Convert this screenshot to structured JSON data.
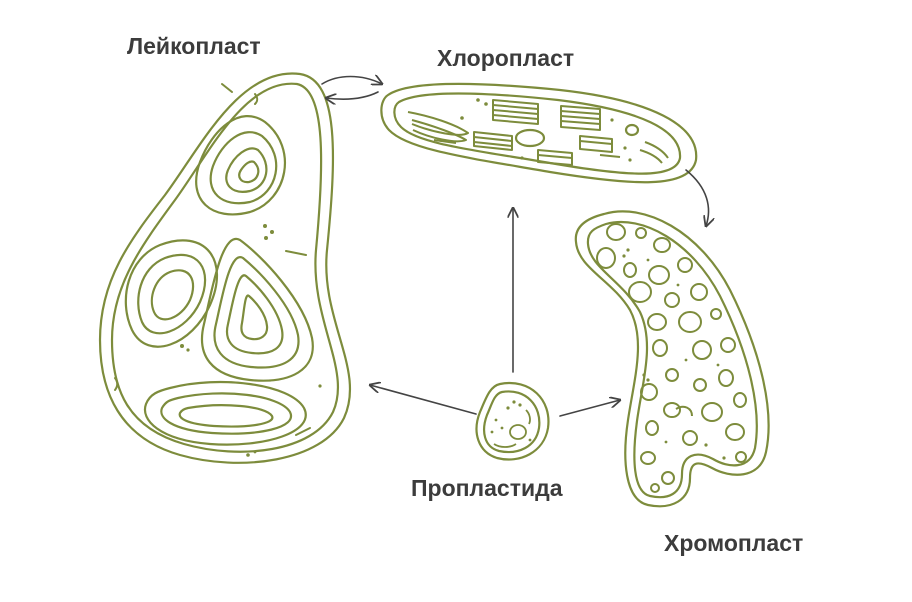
{
  "labels": {
    "leucoplast": "Лейкопласт",
    "chloroplast": "Хлоропласт",
    "proplastid": "Пропластида",
    "chromoplast": "Хромопласт"
  },
  "colors": {
    "organelle_stroke": "#7d8c3c",
    "arrow": "#444444",
    "label_text": "#3c3c3c",
    "background": "#ffffff"
  }
}
